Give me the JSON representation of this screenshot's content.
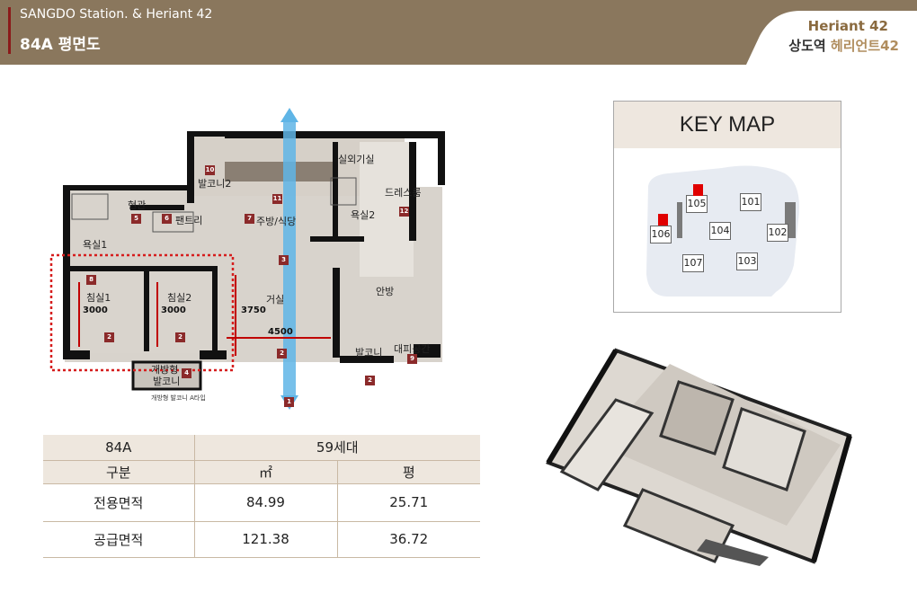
{
  "header": {
    "title": "SANGDO Station. & Heriant 42",
    "subtitle": "84A 평면도",
    "brand_en": "Heriant 42",
    "brand_kr_prefix": "상도역 ",
    "brand_kr_suffix": "헤리언트42"
  },
  "colors": {
    "header_bg": "#8a775d",
    "accent_red": "#8b1a1a",
    "brand_gold": "#b08d5e",
    "marker_red": "#e00000",
    "dotted_red": "#d61d1d"
  },
  "floorplan": {
    "rooms": [
      {
        "name": "현관",
        "num": "5"
      },
      {
        "name": "팬트리",
        "num": "6"
      },
      {
        "name": "발코니2",
        "num": "10"
      },
      {
        "name": "주방/식당",
        "num": "7"
      },
      {
        "name": "실외기실",
        "num": ""
      },
      {
        "name": "드레스룸",
        "num": "12"
      },
      {
        "name": "욕실2",
        "num": ""
      },
      {
        "name": "욕실1",
        "num": ""
      },
      {
        "name": "침실1",
        "num": "8"
      },
      {
        "name": "침실2",
        "num": ""
      },
      {
        "name": "거실",
        "num": "3"
      },
      {
        "name": "안방",
        "num": ""
      },
      {
        "name": "발코니",
        "num": ""
      },
      {
        "name": "대피공간",
        "num": "9"
      },
      {
        "name": "개방형",
        "num": ""
      },
      {
        "name": "발코니",
        "num": "4"
      }
    ],
    "dimensions": [
      "3000",
      "3000",
      "3750",
      "4500"
    ],
    "extra_nums": [
      "2",
      "2",
      "2",
      "2",
      "1",
      "11"
    ],
    "caption": "개방형 발코니 A타입"
  },
  "keymap": {
    "title": "KEY MAP",
    "buildings": [
      "105",
      "101",
      "106",
      "104",
      "102",
      "107",
      "103"
    ]
  },
  "table": {
    "header": [
      "84A",
      "59세대"
    ],
    "columns": [
      "구분",
      "㎡",
      "평"
    ],
    "rows": [
      [
        "전용면적",
        "84.99",
        "25.71"
      ],
      [
        "공급면적",
        "121.38",
        "36.72"
      ]
    ]
  }
}
